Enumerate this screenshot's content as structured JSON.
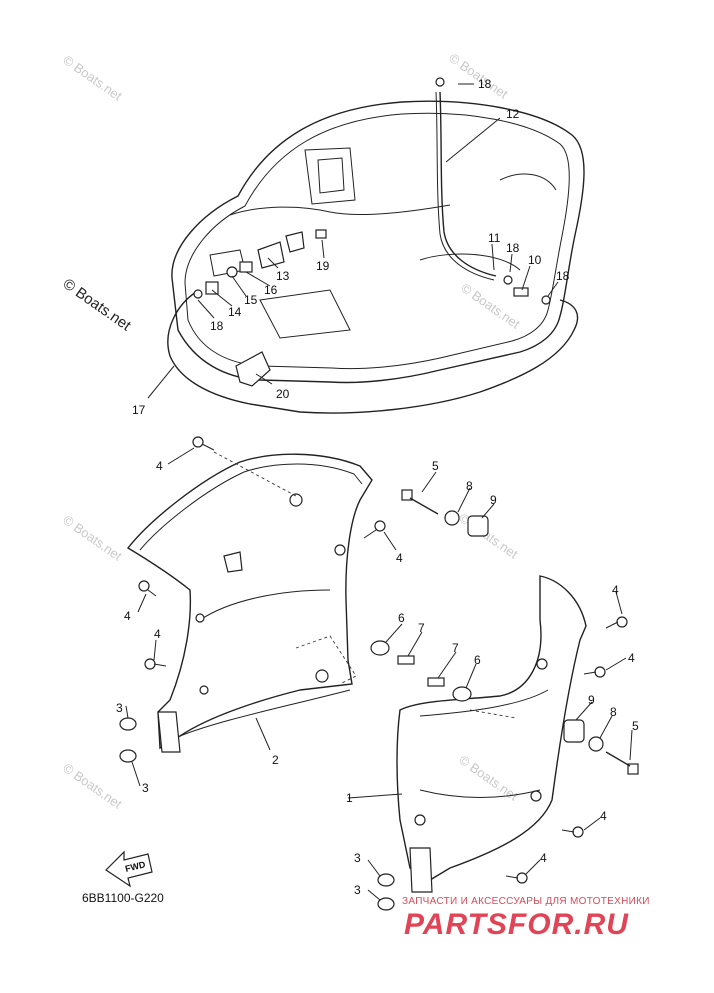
{
  "diagram": {
    "part_code": "6BB1100-G220",
    "fwd_label": "FWD",
    "watermark_large": "© Boats.net",
    "watermark_small": "© Boats.net",
    "callouts": [
      "1",
      "2",
      "3",
      "3",
      "3",
      "3",
      "4",
      "4",
      "4",
      "4",
      "4",
      "4",
      "4",
      "4",
      "5",
      "5",
      "6",
      "6",
      "7",
      "7",
      "8",
      "8",
      "9",
      "9",
      "10",
      "11",
      "12",
      "13",
      "14",
      "15",
      "16",
      "17",
      "18",
      "18",
      "18",
      "18",
      "19",
      "20"
    ]
  },
  "branding": {
    "subtitle": "ЗАПЧАСТИ И АКСЕССУАРЫ ДЛЯ МОТОТЕХНИКИ",
    "name": "PARTSFOR.RU",
    "color": "#e04456"
  }
}
